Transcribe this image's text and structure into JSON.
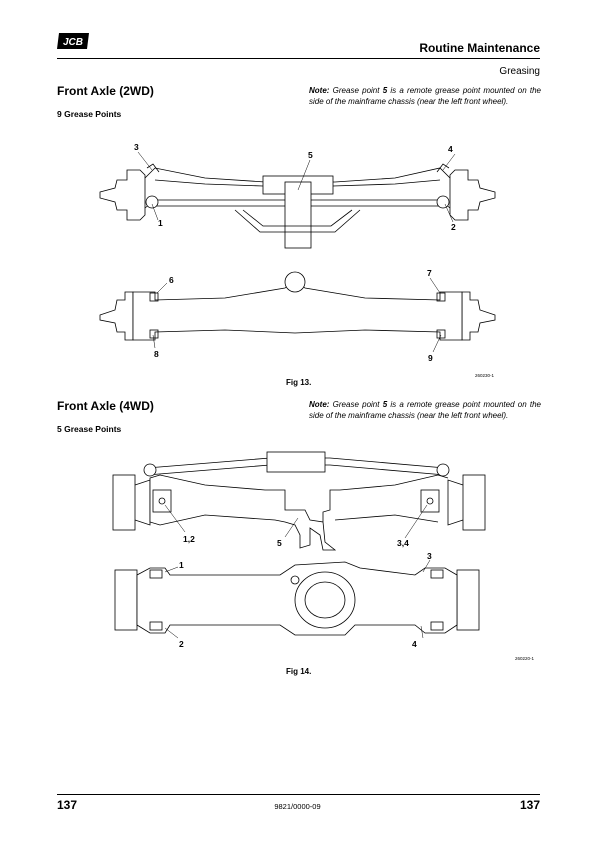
{
  "header": {
    "logo": "JCB",
    "title": "Routine Maintenance",
    "subtitle": "Greasing"
  },
  "section1": {
    "title": "Front Axle (2WD)",
    "subtitle": "9 Grease Points",
    "note_prefix": "Note:",
    "note_pre": " Grease point ",
    "note_num": "5",
    "note_post": " is a remote grease point mounted on the side of the mainframe chassis (near the left front wheel).",
    "figure": {
      "labels": [
        "1",
        "2",
        "3",
        "4",
        "5",
        "6",
        "7",
        "8",
        "9"
      ],
      "ref": "260230-1",
      "caption": "Fig 13."
    }
  },
  "section2": {
    "title": "Front Axle (4WD)",
    "subtitle": "5 Grease Points",
    "note_prefix": "Note:",
    "note_pre": " Grease point ",
    "note_num": "5",
    "note_post": " is a remote grease point mounted on the side of the mainframe chassis (near the left front wheel).",
    "figure": {
      "labels": [
        "1,2",
        "5",
        "3,4",
        "1",
        "2",
        "3",
        "4"
      ],
      "ref": "260220-1",
      "caption": "Fig 14."
    }
  },
  "footer": {
    "page_left": "137",
    "doc_number": "9821/0000-09",
    "page_right": "137"
  }
}
